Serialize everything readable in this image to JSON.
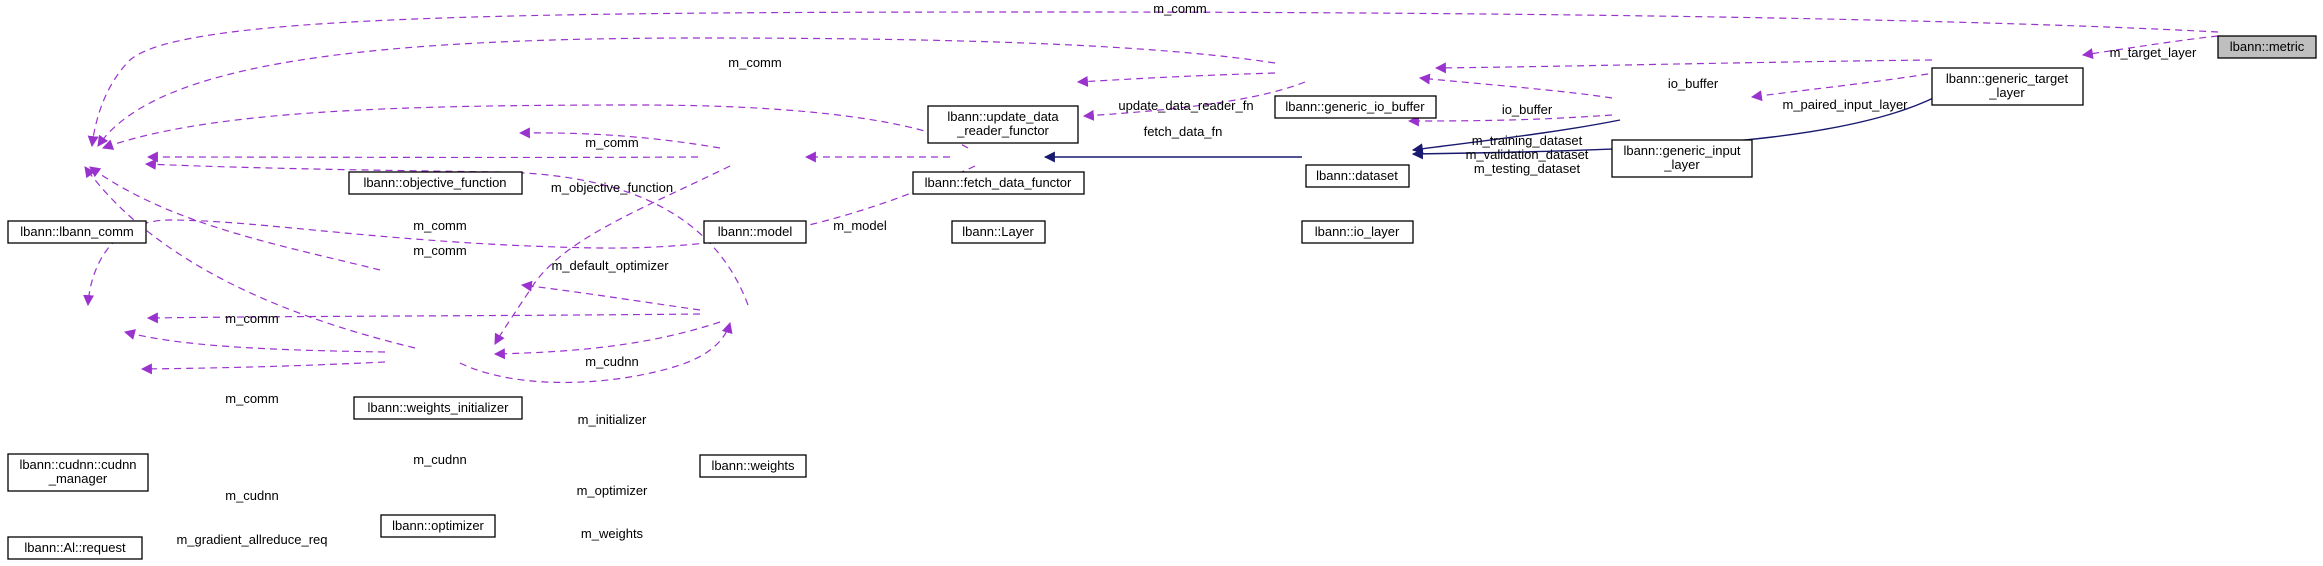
{
  "diagram": {
    "colors": {
      "usage_edge": "#9a32cd",
      "inheritance_edge": "#191970",
      "focus_fill": "#bfbfbf"
    },
    "nodes": {
      "metric": [
        "lbann::metric"
      ],
      "lbann_comm": [
        "lbann::lbann_comm"
      ],
      "cudnn_manager": [
        "lbann::cudnn::cudnn",
        "_manager"
      ],
      "al_request": [
        "lbann::Al::request"
      ],
      "objective_function": [
        "lbann::objective_function"
      ],
      "weights_initializer": [
        "lbann::weights_initializer"
      ],
      "optimizer": [
        "lbann::optimizer"
      ],
      "model": [
        "lbann::model"
      ],
      "weights": [
        "lbann::weights"
      ],
      "update_data_reader_functor": [
        "lbann::update_data",
        "_reader_functor"
      ],
      "fetch_data_functor": [
        "lbann::fetch_data_functor"
      ],
      "layer": [
        "lbann::Layer"
      ],
      "generic_io_buffer": [
        "lbann::generic_io_buffer"
      ],
      "dataset": [
        "lbann::dataset"
      ],
      "io_layer": [
        "lbann::io_layer"
      ],
      "generic_input_layer": [
        "lbann::generic_input",
        "_layer"
      ],
      "generic_target_layer": [
        "lbann::generic_target",
        "_layer"
      ]
    },
    "edge_labels": {
      "metric_comm": [
        "m_comm"
      ],
      "target_layer": [
        "m_target_layer"
      ],
      "io_buffer_comm": [
        "m_comm"
      ],
      "target_io_buffer": [
        "io_buffer"
      ],
      "paired_input_layer": [
        "m_paired_input_layer"
      ],
      "input_io_buffer": [
        "io_buffer"
      ],
      "update_fn": [
        "update_data_reader_fn"
      ],
      "fetch_fn": [
        "fetch_data_fn"
      ],
      "datasets": [
        "m_training_dataset",
        "m_validation_dataset",
        "m_testing_dataset"
      ],
      "layer_comm": [
        "m_comm"
      ],
      "objective": [
        "m_objective_function"
      ],
      "model_comm": [
        "m_comm"
      ],
      "layer_model": [
        "m_model"
      ],
      "weights_comm": [
        "m_comm"
      ],
      "default_optimizer": [
        "m_default_optimizer"
      ],
      "initializer_comm": [
        "m_comm"
      ],
      "layer_cudnn": [
        "m_cudnn"
      ],
      "optimizer_comm": [
        "m_comm"
      ],
      "initializer": [
        "m_initializer"
      ],
      "weights_cudnn": [
        "m_cudnn"
      ],
      "optimizer_cudnn": [
        "m_cudnn"
      ],
      "optimizer": [
        "m_optimizer"
      ],
      "allreduce_req": [
        "m_gradient_allreduce_req"
      ],
      "weights": [
        "m_weights"
      ]
    }
  }
}
